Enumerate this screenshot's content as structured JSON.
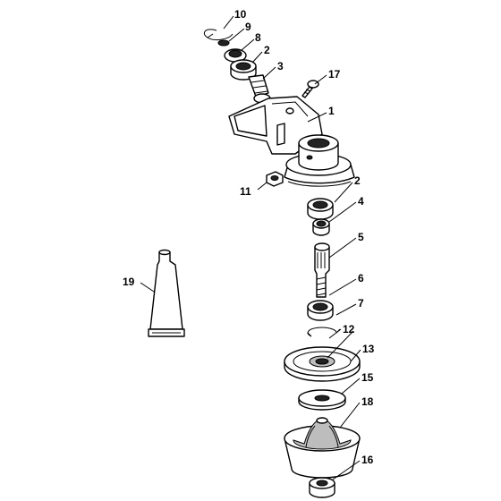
{
  "labels": {
    "p10": "10",
    "p9": "9",
    "p8": "8",
    "p2a": "2",
    "p3": "3",
    "p17": "17",
    "p1": "1",
    "p11": "11",
    "p2b": "2",
    "p4": "4",
    "p5": "5",
    "p19": "19",
    "p6": "6",
    "p7": "7",
    "p12": "12",
    "p13": "13",
    "p15": "15",
    "p18": "18",
    "p16": "16"
  }
}
